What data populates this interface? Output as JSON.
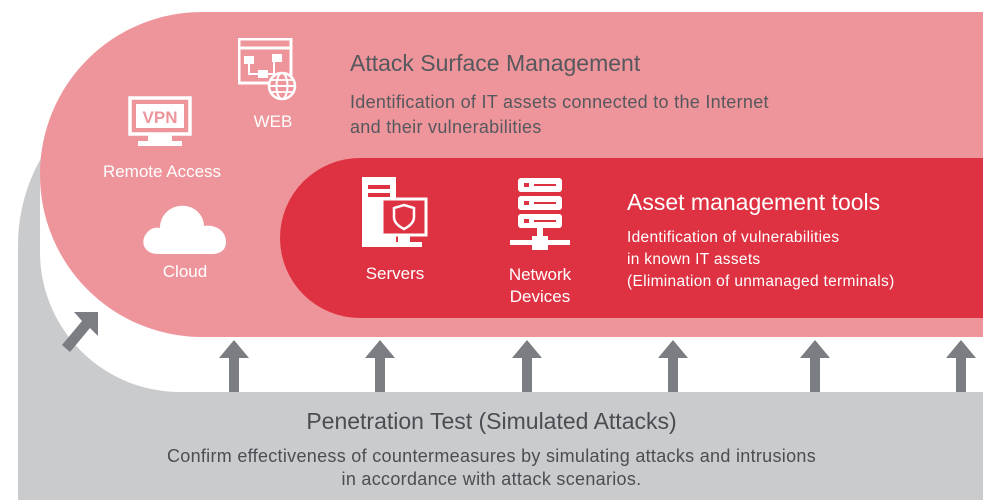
{
  "asm": {
    "title": "Attack Surface Management",
    "desc_line1": "Identification of IT assets connected to the Internet",
    "desc_line2": "and their vulnerabilities",
    "items": {
      "web": "WEB",
      "remote_access": "Remote Access",
      "cloud": "Cloud"
    }
  },
  "amt": {
    "title": "Asset management tools",
    "desc_line1": "Identification of vulnerabilities",
    "desc_line2": "in known IT assets",
    "desc_line3": "(Elimination of unmanaged terminals)",
    "items": {
      "servers": "Servers",
      "network_line1": "Network",
      "network_line2": "Devices"
    }
  },
  "vpn_badge": "VPN",
  "pentest": {
    "title": "Penetration Test (Simulated Attacks)",
    "desc_line1": "Confirm effectiveness of countermeasures by simulating attacks and intrusions",
    "desc_line2": "in accordance with attack scenarios."
  },
  "colors": {
    "asm_band": "#ee959b",
    "amt_band": "#de3242",
    "pentest_band": "#c9cbcd",
    "arrow": "#7a7d81"
  },
  "icons": [
    "vpn-icon",
    "web-icon",
    "cloud-icon",
    "server-icon",
    "network-device-icon",
    "up-arrow-icon"
  ]
}
